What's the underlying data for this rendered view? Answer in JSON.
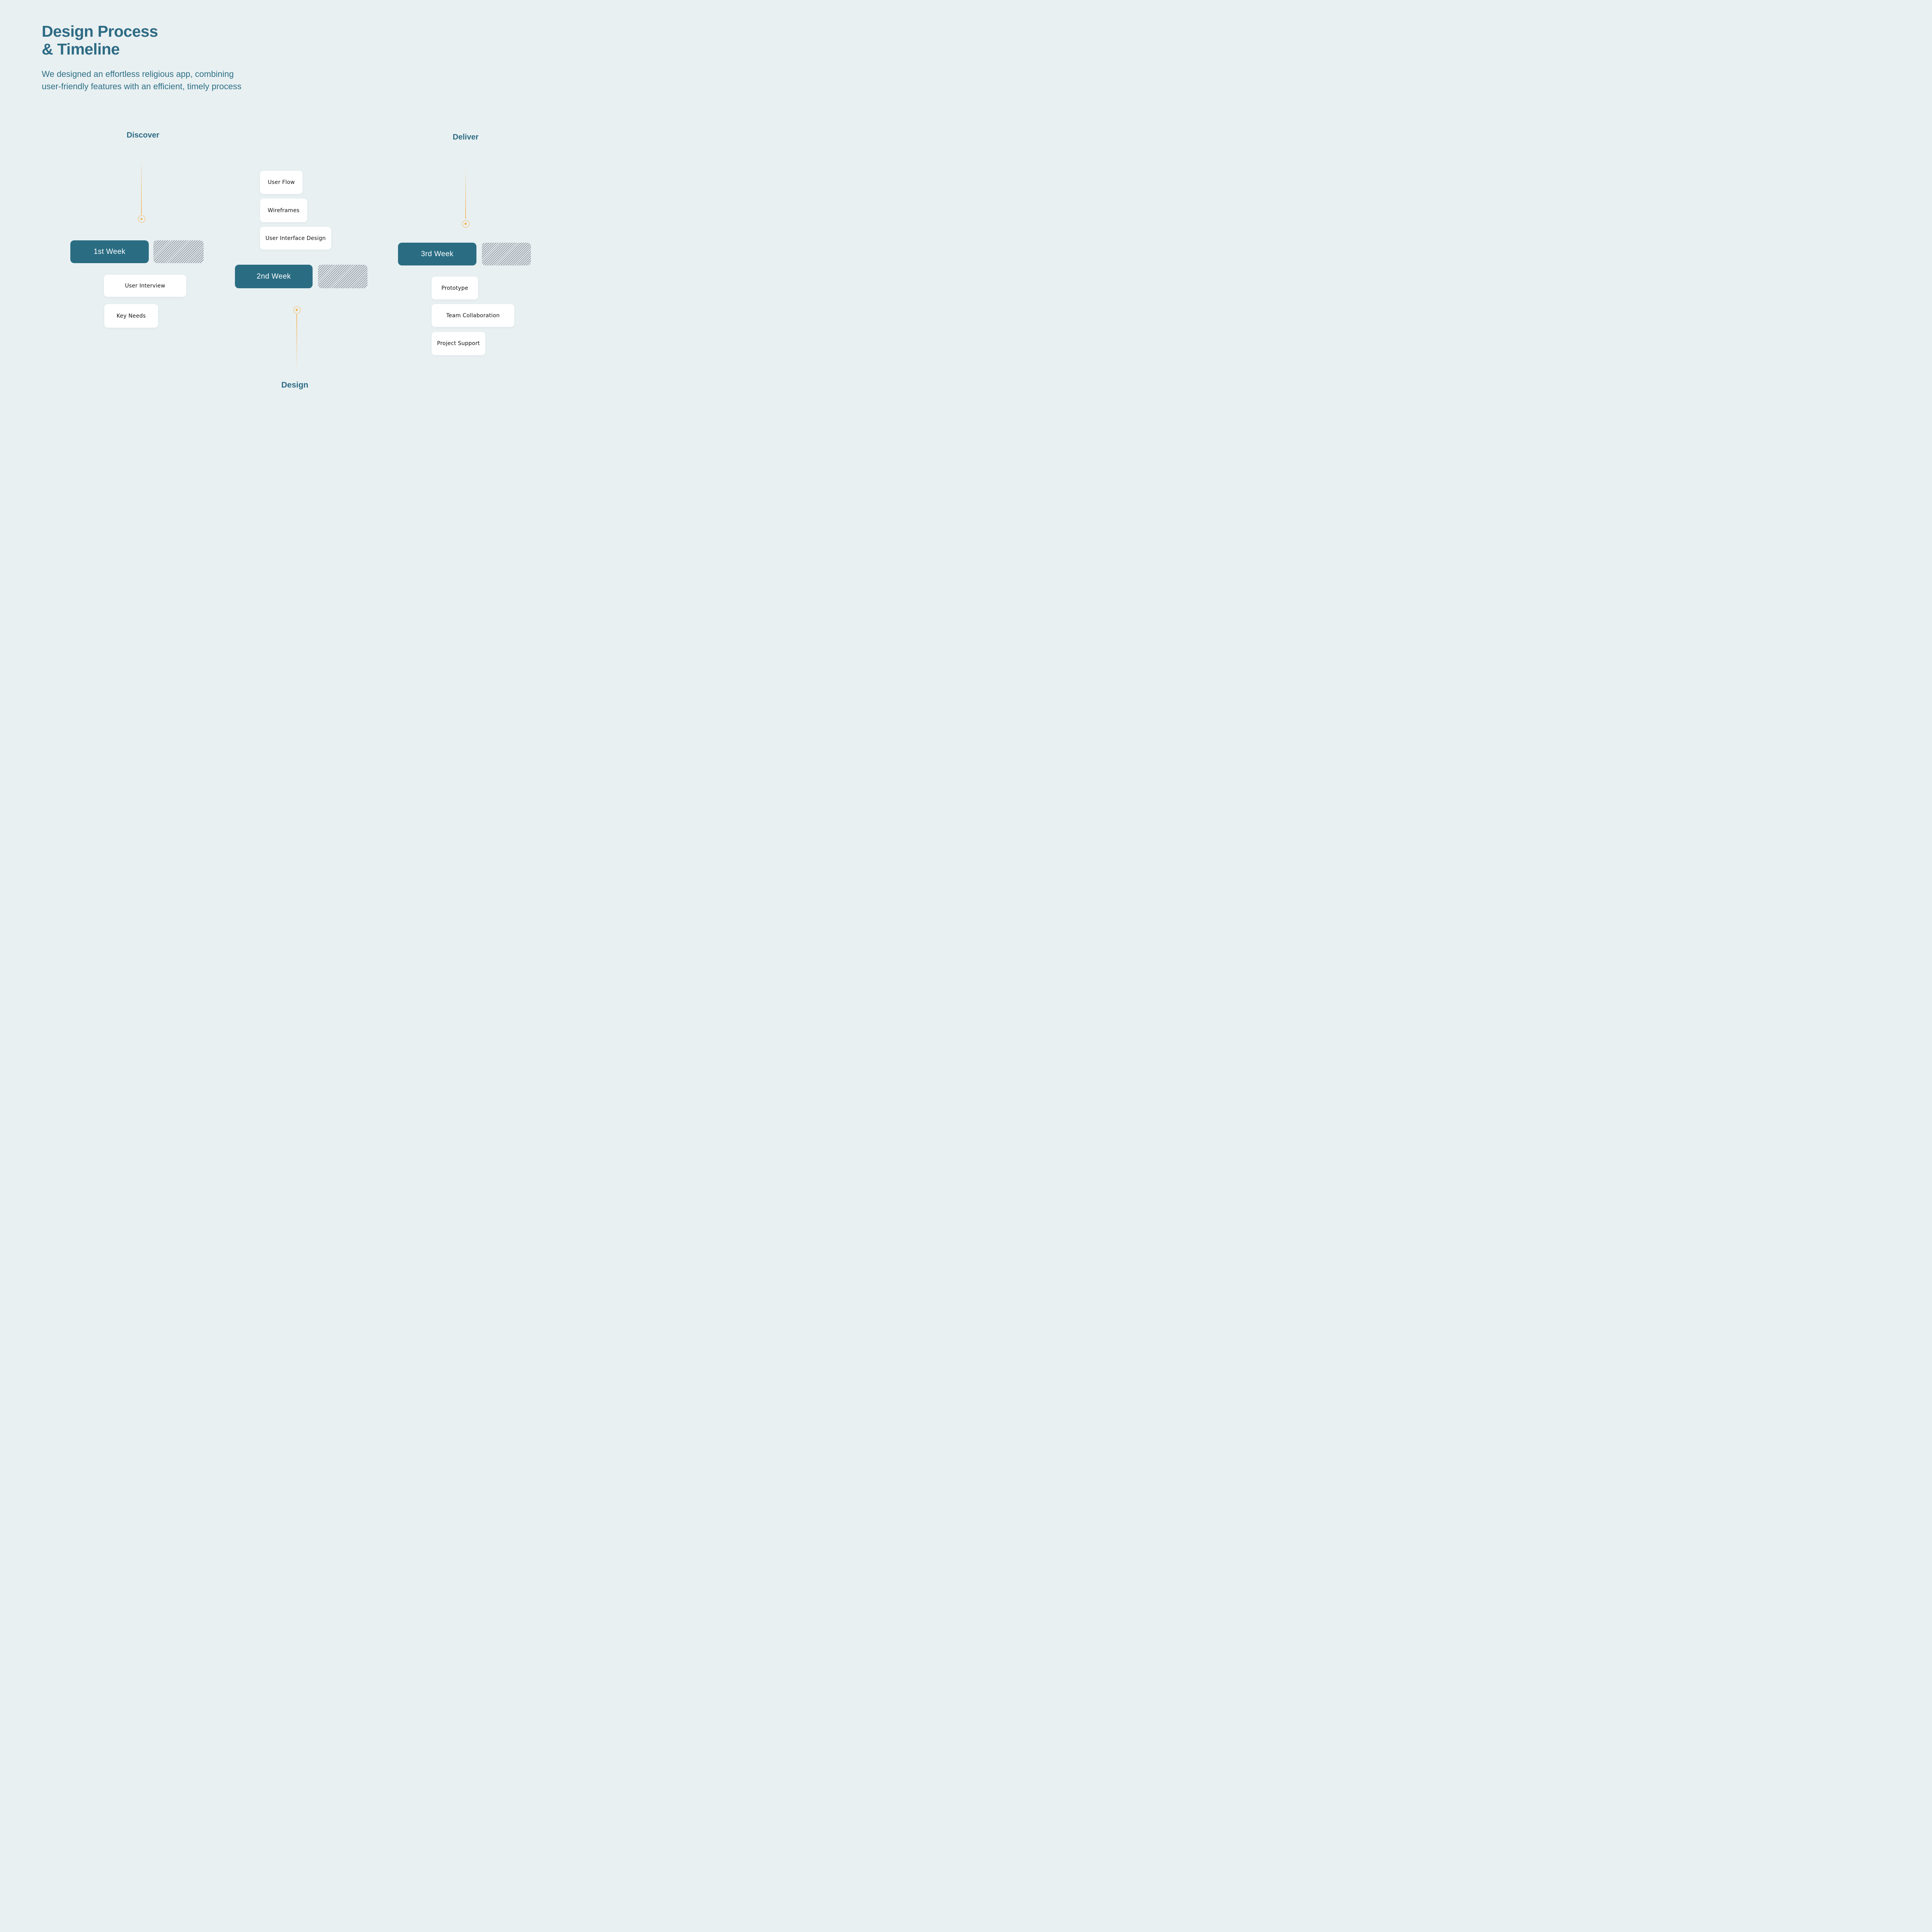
{
  "title": {
    "line1": "Design Process",
    "line2": "& Timeline"
  },
  "subtitle": {
    "line1": "We designed an effortless religious app, combining",
    "line2": "user-friendly features with an efficient, timely process"
  },
  "phases": [
    {
      "label": "Discover",
      "week": "1st Week",
      "tasks": [
        "User Interview",
        "Key Needs"
      ]
    },
    {
      "label": "Design",
      "week": "2nd Week",
      "tasks": [
        "User Flow",
        "Wireframes",
        "User Interface Design"
      ]
    },
    {
      "label": "Deliver",
      "week": "3rd Week",
      "tasks": [
        "Prototype",
        "Team Collaboration",
        "Project Support"
      ]
    }
  ],
  "colors": {
    "background": "#e9f0f2",
    "accent_teal": "#2d6b84",
    "badge_teal": "#2a6d83",
    "timeline_yellow": "#f2b95e",
    "hatch_gray": "#8b939d",
    "card_text": "#15151b",
    "card_background": "#ffffff"
  }
}
